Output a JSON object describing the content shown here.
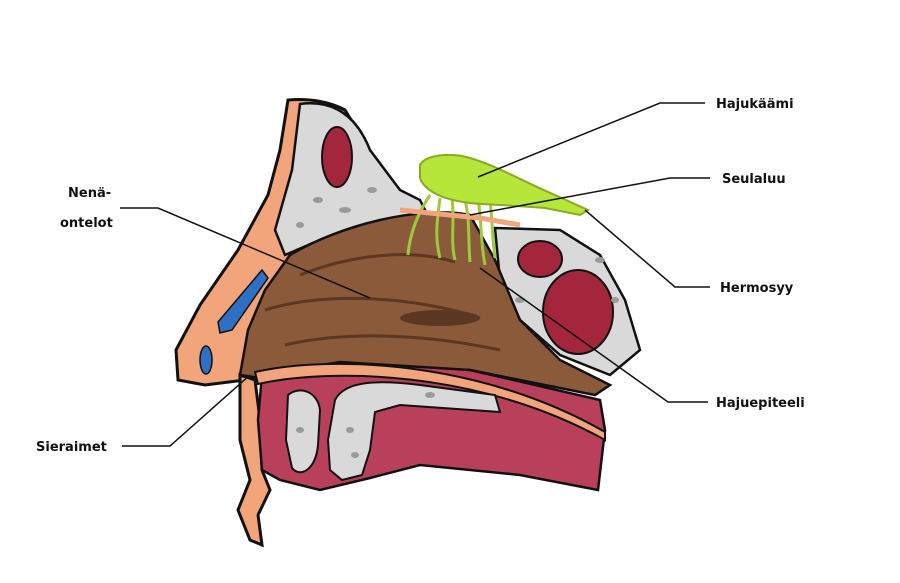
{
  "colors": {
    "skin": "#f2a57a",
    "skin_dark": "#e28a5c",
    "bone": "#d9d9d9",
    "bone_spot": "#9a9a9a",
    "cavity": "#8b5a3a",
    "cavity_light": "#a8714c",
    "mucosa": "#b8405a",
    "blood": "#a3263c",
    "bulb": "#b6e63a",
    "blue": "#2f6fc4",
    "line": "#111111"
  },
  "labels": {
    "hajukaami": "Hajukäämi",
    "seulaluu": "Seulaluu",
    "hermosyy": "Hermosyy",
    "hajuepiteeli": "Hajuepiteeli",
    "nena_line1": "Nenä-",
    "nena_line2": "ontelot",
    "sieraimet": "Sieraimet"
  }
}
